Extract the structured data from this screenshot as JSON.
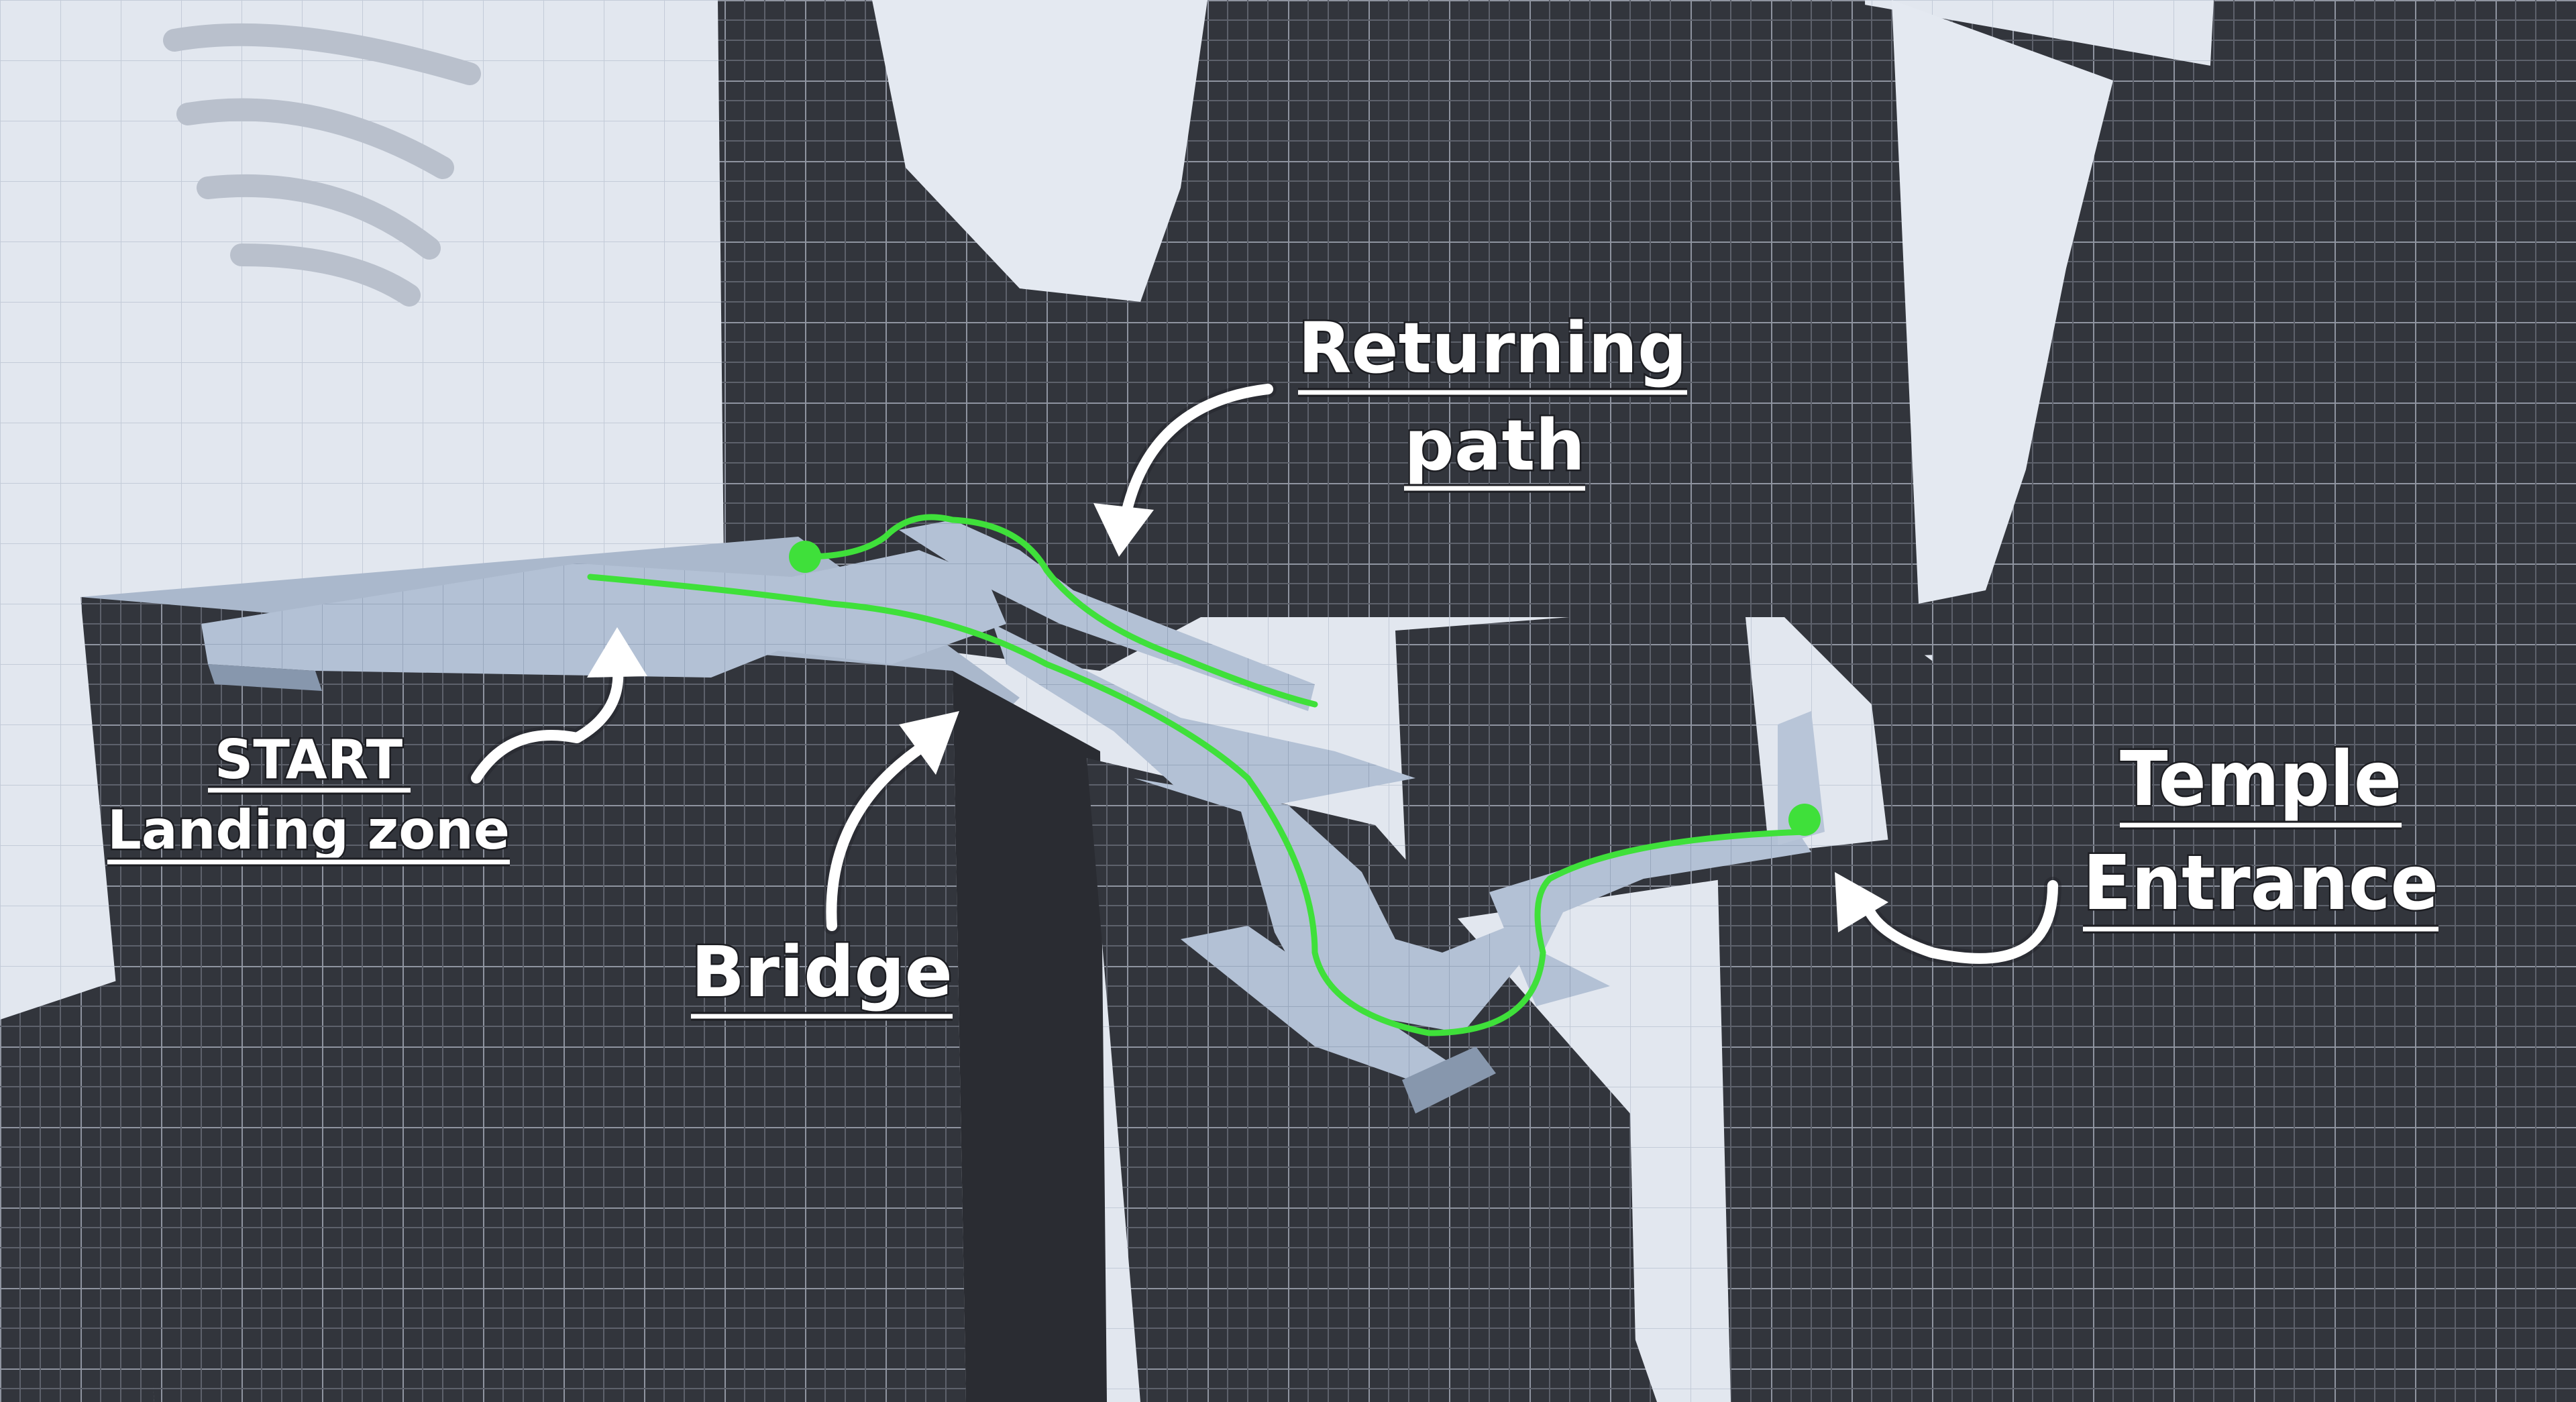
{
  "scene": {
    "colors": {
      "sky": "#e4e9f1",
      "block_dark": "#32353c",
      "grid_line": "#8f94a0",
      "walkway": "#aebdd2",
      "walkway_side": "#8797ad",
      "path_line": "#3fe03a",
      "label_text": "#ffffff"
    }
  },
  "annotations": {
    "start_title": "START",
    "start_subtitle": "Landing zone",
    "bridge": "Bridge",
    "returning_line1": "Returning",
    "returning_line2": "path",
    "temple_line1": "Temple",
    "temple_line2": "Entrance"
  },
  "path_markers": {
    "start_marker": "path-start",
    "end_marker": "path-end"
  }
}
